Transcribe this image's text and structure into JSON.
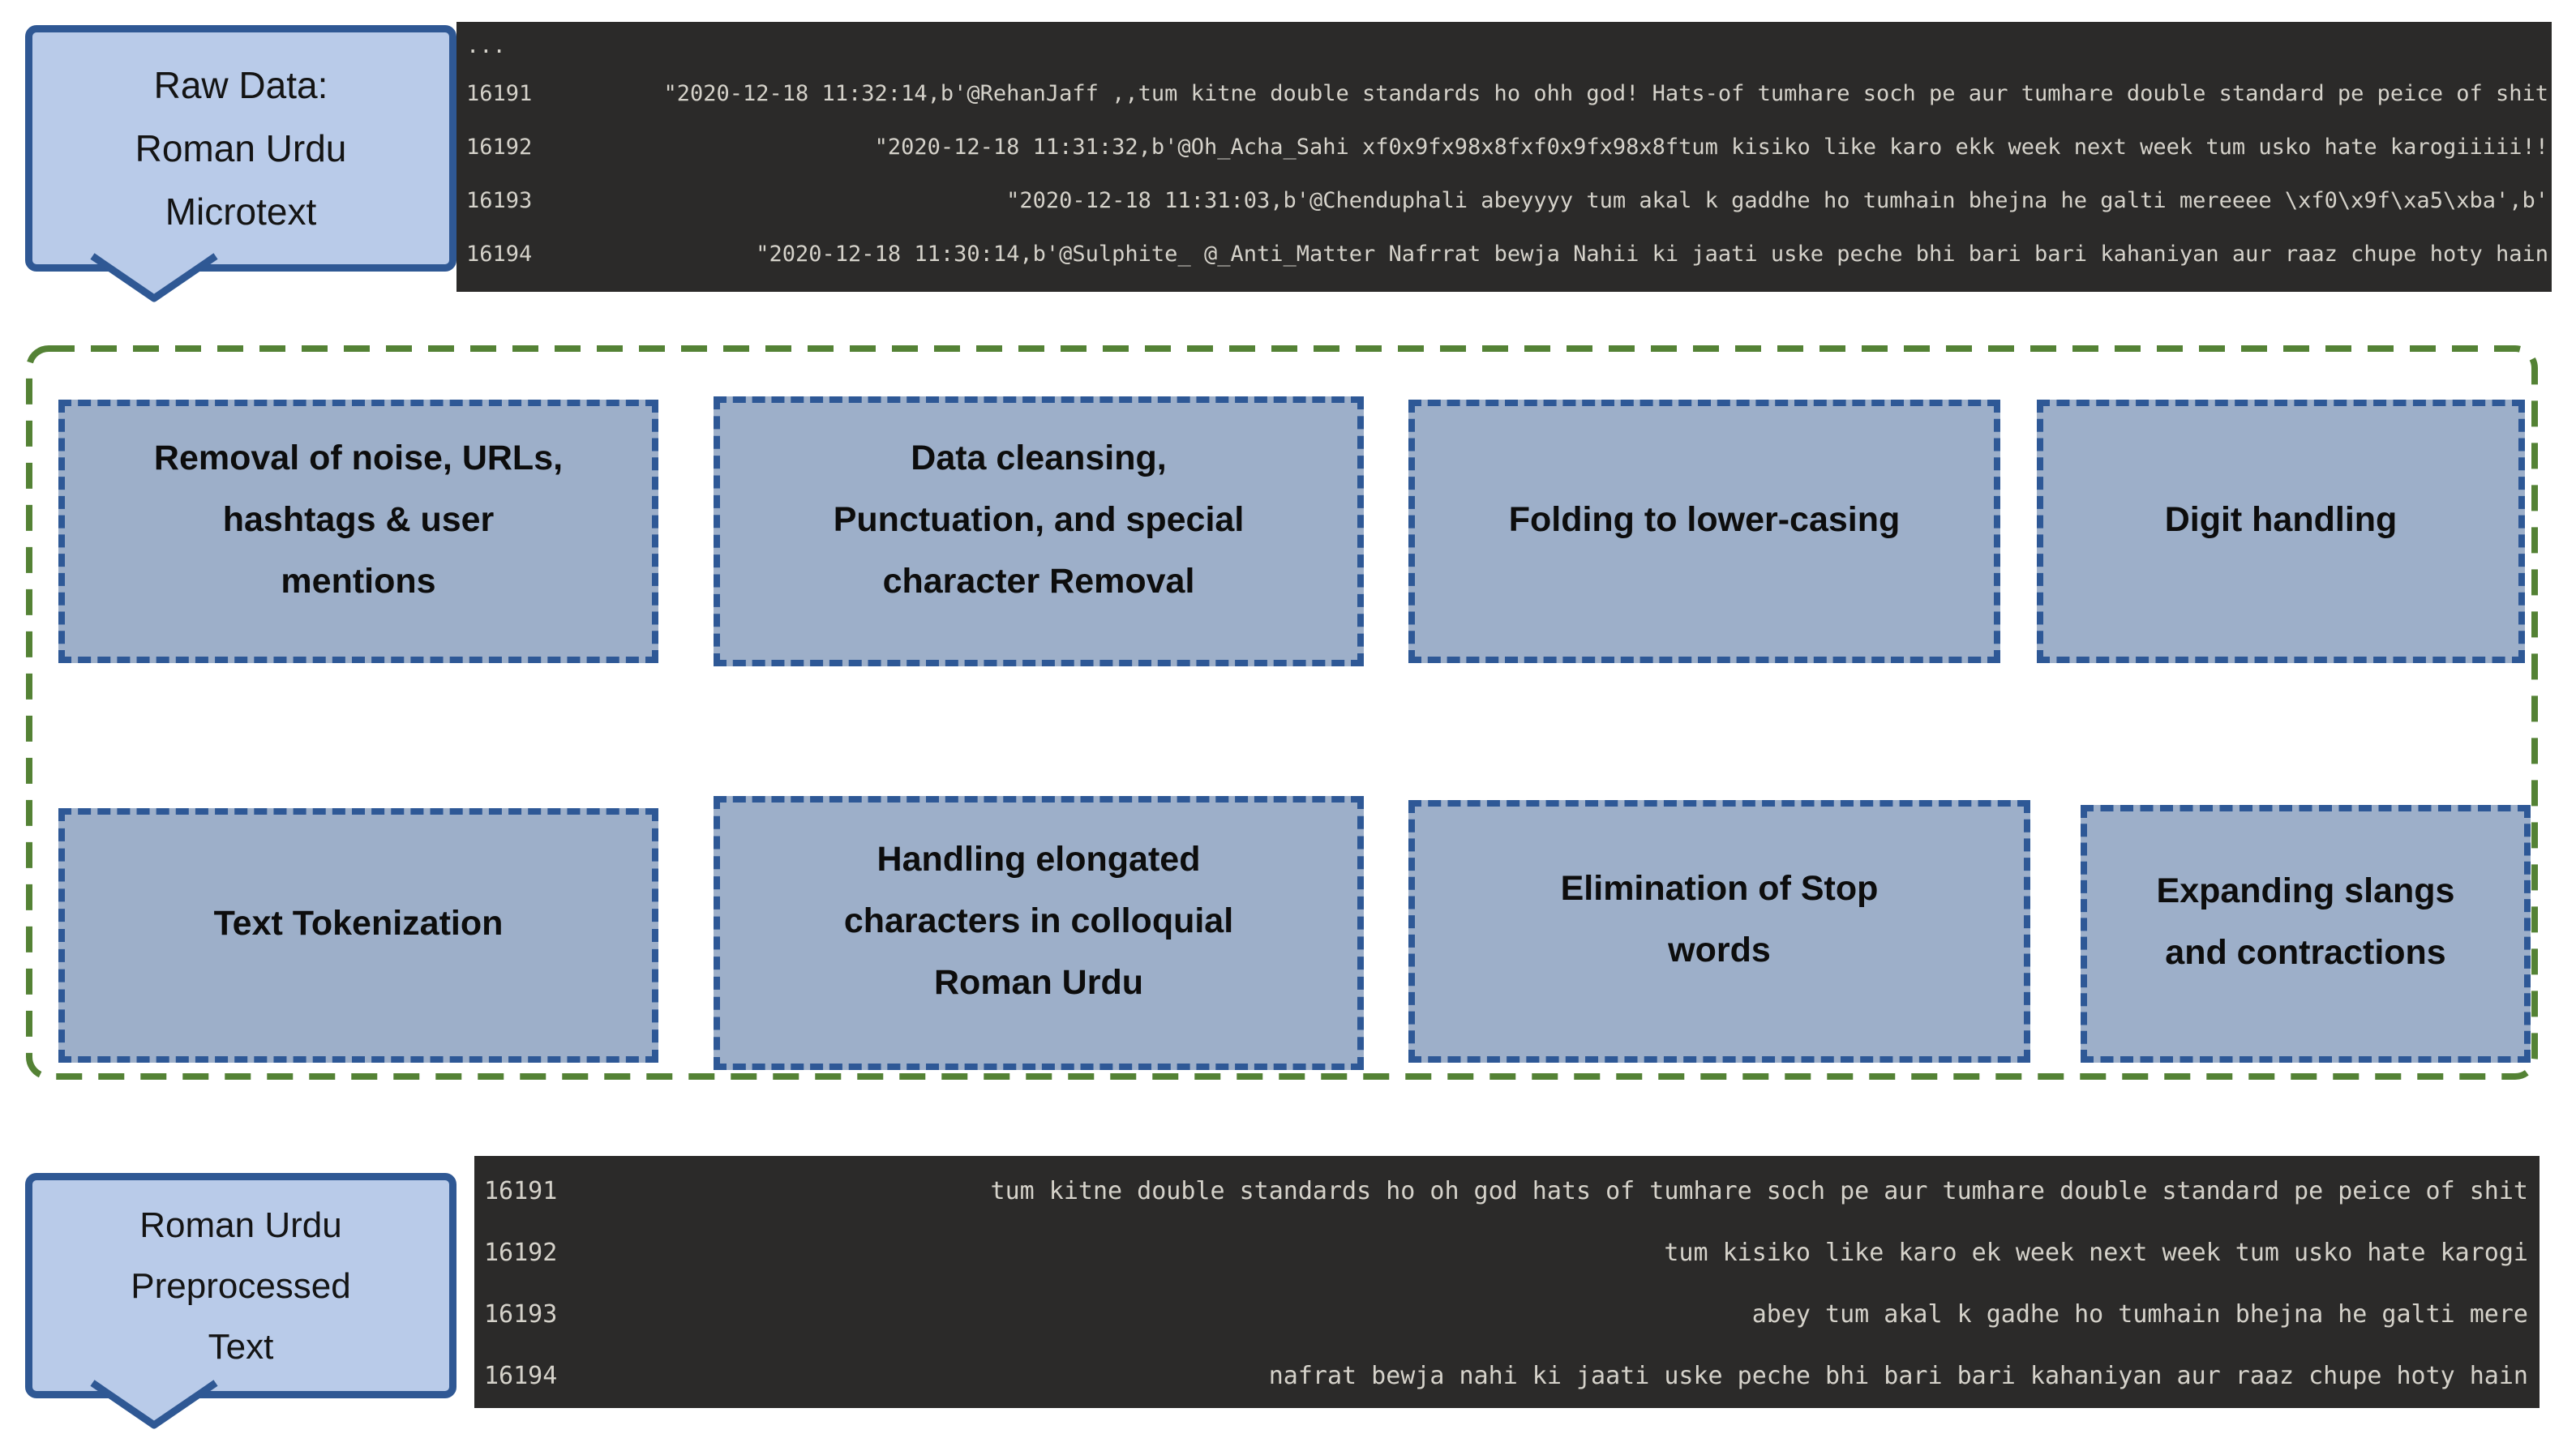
{
  "raw_callout": {
    "lines": [
      "Raw Data:",
      "Roman Urdu",
      "Microtext"
    ]
  },
  "raw_terminal": {
    "ellipsis": "...",
    "rows": [
      {
        "num": "16191",
        "text": "\"2020-12-18 11:32:14,b'@RehanJaff ,,tum kitne double standards ho ohh god! Hats-of tumhare soch pe aur tumhare double standard pe peice of shit"
      },
      {
        "num": "16192",
        "text": "\"2020-12-18 11:31:32,b'@Oh_Acha_Sahi xf0x9fx98x8fxf0x9fx98x8ftum kisiko like karo ekk week next week tum usko hate karogiiiii!!"
      },
      {
        "num": "16193",
        "text": "\"2020-12-18 11:31:03,b'@Chenduphali abeyyyy tum akal k gaddhe ho tumhain bhejna he galti mereeee \\xf0\\x9f\\xa5\\xba',b'"
      },
      {
        "num": "16194",
        "text": "\"2020-12-18 11:30:14,b'@Sulphite_ @_Anti_Matter Nafrrat bewja Nahii ki jaati uske peche bhi bari bari kahaniyan aur raaz chupe hoty hain"
      }
    ]
  },
  "pipeline": {
    "steps": [
      {
        "id": "removal-noise-urls",
        "lines": [
          "Removal of noise, URLs,",
          "hashtags & user",
          "mentions"
        ]
      },
      {
        "id": "data-cleansing",
        "lines": [
          "Data cleansing,",
          "Punctuation, and special",
          "character Removal"
        ]
      },
      {
        "id": "lower-casing",
        "lines": [
          "Folding to lower-casing"
        ]
      },
      {
        "id": "digit-handling",
        "lines": [
          "Digit handling"
        ]
      },
      {
        "id": "text-tokenization",
        "lines": [
          "Text Tokenization"
        ]
      },
      {
        "id": "elongated-characters",
        "lines": [
          "Handling elongated",
          "characters in colloquial",
          "Roman Urdu"
        ]
      },
      {
        "id": "stop-words",
        "lines": [
          "Elimination of Stop",
          "words"
        ]
      },
      {
        "id": "slangs-contractions",
        "lines": [
          "Expanding slangs",
          "and contractions"
        ]
      }
    ]
  },
  "processed_callout": {
    "lines": [
      "Roman Urdu",
      "Preprocessed",
      "Text"
    ]
  },
  "processed_terminal": {
    "rows": [
      {
        "num": "16191",
        "text": "tum kitne double standards ho oh god hats of tumhare soch pe aur tumhare double standard pe peice of shit"
      },
      {
        "num": "16192",
        "text": "tum kisiko like karo ek week next week tum usko hate karogi"
      },
      {
        "num": "16193",
        "text": "abey tum akal k gadhe ho tumhain bhejna he galti mere"
      },
      {
        "num": "16194",
        "text": "nafrat bewja nahi ki jaati uske peche bhi bari bari kahaniyan aur raaz chupe hoty hain"
      }
    ]
  },
  "colors": {
    "callout_fill": "#b9cbe9",
    "callout_border": "#2f5894",
    "box_fill": "#9dafc9",
    "box_border": "#2e5896",
    "container_border": "#548235",
    "terminal_bg": "#2b2a29",
    "terminal_text": "#d5d2ca"
  }
}
